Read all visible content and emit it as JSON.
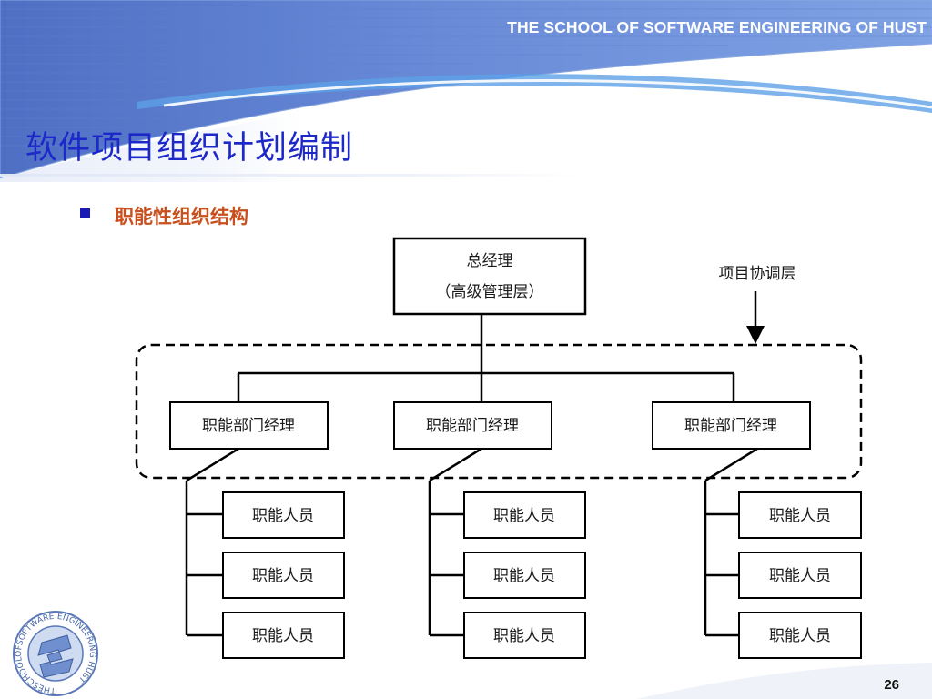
{
  "header": {
    "school": "THE SCHOOL OF SOFTWARE ENGINEERING OF HUST"
  },
  "title": "软件项目组织计划编制",
  "bullet": "职能性组织结构",
  "diagram": {
    "top_box": {
      "line1": "总经理",
      "line2": "（高级管理层）"
    },
    "coordination_label": "项目协调层",
    "managers": [
      "职能部门经理",
      "职能部门经理",
      "职能部门经理"
    ],
    "staff_label": "职能人员"
  },
  "logo": {
    "ring_text": "THESCHOOLOFSOFTWARE ENGINEERING HUST"
  },
  "page_number": "26",
  "colors": {
    "title": "#1c28c8",
    "bullet_text": "#c8501e",
    "banner": "#6a8cd8"
  }
}
